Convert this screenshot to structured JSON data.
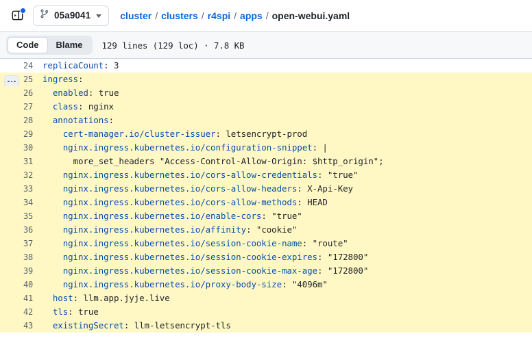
{
  "topbar": {
    "sidebar_toggle_icon": "sidebar-expand-icon",
    "notification_dot": true,
    "branch": {
      "icon": "git-branch-icon",
      "label": "05a9041",
      "caret_icon": "chevron-down-icon"
    },
    "breadcrumb": {
      "parts": [
        "cluster",
        "clusters",
        "r4spi",
        "apps"
      ],
      "separator": "/",
      "current": "open-webui.yaml"
    }
  },
  "file_header": {
    "tabs": [
      {
        "label": "Code",
        "active": true
      },
      {
        "label": "Blame",
        "active": false
      }
    ],
    "meta": "129 lines (129 loc) · 7.8 KB"
  },
  "colors": {
    "highlight": "#fff8c5",
    "key": "#0550ae",
    "value": "#1f2328",
    "link": "#0969da",
    "header_bg": "#f6f8fa",
    "border": "#d1d9e0",
    "accent_dot": "#1560e8"
  },
  "code": {
    "hunk_button_line": 25,
    "lines": [
      {
        "n": 24,
        "hl": false,
        "indent": 0,
        "tokens": [
          {
            "t": "key",
            "s": "replicaCount"
          },
          {
            "t": "punct",
            "s": ": "
          },
          {
            "t": "val",
            "s": "3"
          }
        ]
      },
      {
        "n": 25,
        "hl": true,
        "indent": 0,
        "tokens": [
          {
            "t": "key",
            "s": "ingress"
          },
          {
            "t": "punct",
            "s": ":"
          }
        ]
      },
      {
        "n": 26,
        "hl": true,
        "indent": 2,
        "tokens": [
          {
            "t": "key",
            "s": "enabled"
          },
          {
            "t": "punct",
            "s": ": "
          },
          {
            "t": "val",
            "s": "true"
          }
        ]
      },
      {
        "n": 27,
        "hl": true,
        "indent": 2,
        "tokens": [
          {
            "t": "key",
            "s": "class"
          },
          {
            "t": "punct",
            "s": ": "
          },
          {
            "t": "val",
            "s": "nginx"
          }
        ]
      },
      {
        "n": 28,
        "hl": true,
        "indent": 2,
        "tokens": [
          {
            "t": "key",
            "s": "annotations"
          },
          {
            "t": "punct",
            "s": ":"
          }
        ]
      },
      {
        "n": 29,
        "hl": true,
        "indent": 4,
        "tokens": [
          {
            "t": "key",
            "s": "cert-manager.io/cluster-issuer"
          },
          {
            "t": "punct",
            "s": ": "
          },
          {
            "t": "val",
            "s": "letsencrypt-prod"
          }
        ]
      },
      {
        "n": 30,
        "hl": true,
        "indent": 4,
        "tokens": [
          {
            "t": "key",
            "s": "nginx.ingress.kubernetes.io/configuration-snippet"
          },
          {
            "t": "punct",
            "s": ": "
          },
          {
            "t": "val",
            "s": "|"
          }
        ]
      },
      {
        "n": 31,
        "hl": true,
        "indent": 6,
        "tokens": [
          {
            "t": "val",
            "s": "more_set_headers \"Access-Control-Allow-Origin: $http_origin\";"
          }
        ]
      },
      {
        "n": 32,
        "hl": true,
        "indent": 4,
        "tokens": [
          {
            "t": "key",
            "s": "nginx.ingress.kubernetes.io/cors-allow-credentials"
          },
          {
            "t": "punct",
            "s": ": "
          },
          {
            "t": "val",
            "s": "\"true\""
          }
        ]
      },
      {
        "n": 33,
        "hl": true,
        "indent": 4,
        "tokens": [
          {
            "t": "key",
            "s": "nginx.ingress.kubernetes.io/cors-allow-headers"
          },
          {
            "t": "punct",
            "s": ": "
          },
          {
            "t": "val",
            "s": "X-Api-Key"
          }
        ]
      },
      {
        "n": 34,
        "hl": true,
        "indent": 4,
        "tokens": [
          {
            "t": "key",
            "s": "nginx.ingress.kubernetes.io/cors-allow-methods"
          },
          {
            "t": "punct",
            "s": ": "
          },
          {
            "t": "val",
            "s": "HEAD"
          }
        ]
      },
      {
        "n": 35,
        "hl": true,
        "indent": 4,
        "tokens": [
          {
            "t": "key",
            "s": "nginx.ingress.kubernetes.io/enable-cors"
          },
          {
            "t": "punct",
            "s": ": "
          },
          {
            "t": "val",
            "s": "\"true\""
          }
        ]
      },
      {
        "n": 36,
        "hl": true,
        "indent": 4,
        "tokens": [
          {
            "t": "key",
            "s": "nginx.ingress.kubernetes.io/affinity"
          },
          {
            "t": "punct",
            "s": ": "
          },
          {
            "t": "val",
            "s": "\"cookie\""
          }
        ]
      },
      {
        "n": 37,
        "hl": true,
        "indent": 4,
        "tokens": [
          {
            "t": "key",
            "s": "nginx.ingress.kubernetes.io/session-cookie-name"
          },
          {
            "t": "punct",
            "s": ": "
          },
          {
            "t": "val",
            "s": "\"route\""
          }
        ]
      },
      {
        "n": 38,
        "hl": true,
        "indent": 4,
        "tokens": [
          {
            "t": "key",
            "s": "nginx.ingress.kubernetes.io/session-cookie-expires"
          },
          {
            "t": "punct",
            "s": ": "
          },
          {
            "t": "val",
            "s": "\"172800\""
          }
        ]
      },
      {
        "n": 39,
        "hl": true,
        "indent": 4,
        "tokens": [
          {
            "t": "key",
            "s": "nginx.ingress.kubernetes.io/session-cookie-max-age"
          },
          {
            "t": "punct",
            "s": ": "
          },
          {
            "t": "val",
            "s": "\"172800\""
          }
        ]
      },
      {
        "n": 40,
        "hl": true,
        "indent": 4,
        "tokens": [
          {
            "t": "key",
            "s": "nginx.ingress.kubernetes.io/proxy-body-size"
          },
          {
            "t": "punct",
            "s": ": "
          },
          {
            "t": "val",
            "s": "\"4096m\""
          }
        ]
      },
      {
        "n": 41,
        "hl": true,
        "indent": 2,
        "tokens": [
          {
            "t": "key",
            "s": "host"
          },
          {
            "t": "punct",
            "s": ": "
          },
          {
            "t": "val",
            "s": "llm.app.jyje.live"
          }
        ]
      },
      {
        "n": 42,
        "hl": true,
        "indent": 2,
        "tokens": [
          {
            "t": "key",
            "s": "tls"
          },
          {
            "t": "punct",
            "s": ": "
          },
          {
            "t": "val",
            "s": "true"
          }
        ]
      },
      {
        "n": 43,
        "hl": true,
        "indent": 2,
        "tokens": [
          {
            "t": "key",
            "s": "existingSecret"
          },
          {
            "t": "punct",
            "s": ": "
          },
          {
            "t": "val",
            "s": "llm-letsencrypt-tls"
          }
        ]
      }
    ]
  }
}
